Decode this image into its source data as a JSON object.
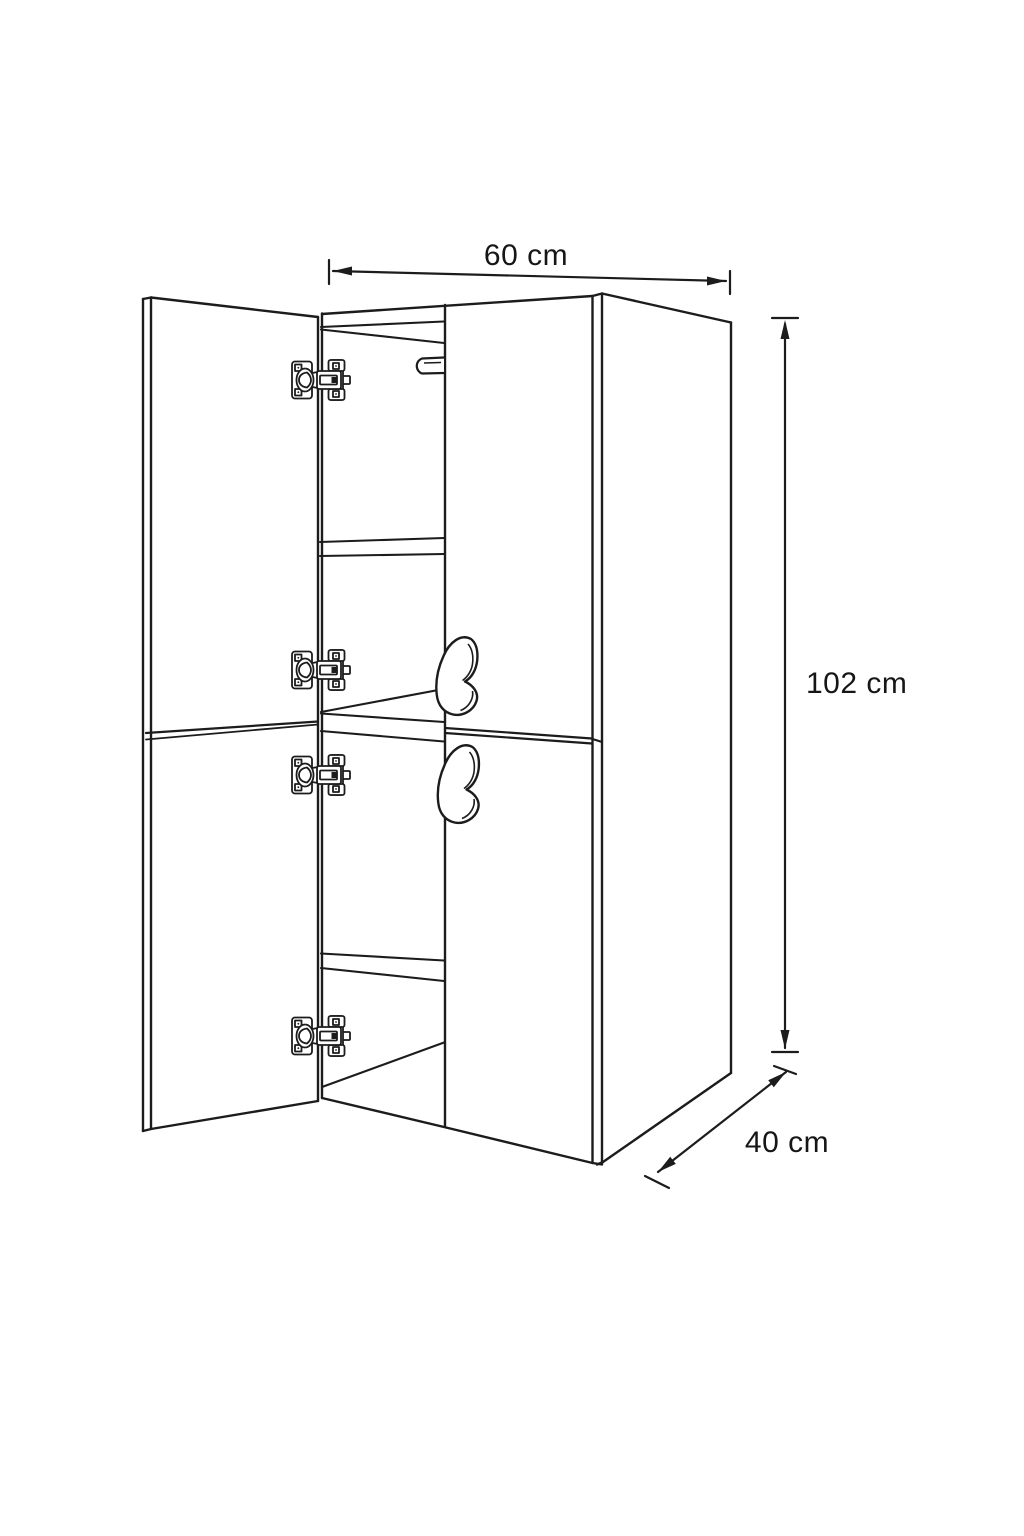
{
  "page": {
    "background_color": "#ffffff",
    "line_color": "#1c1c1c",
    "text_color": "#161616"
  },
  "diagram": {
    "kind": "cabinet-dimension-drawing",
    "labels": {
      "width": "60 cm",
      "height": "102 cm",
      "depth": "40 cm"
    }
  }
}
